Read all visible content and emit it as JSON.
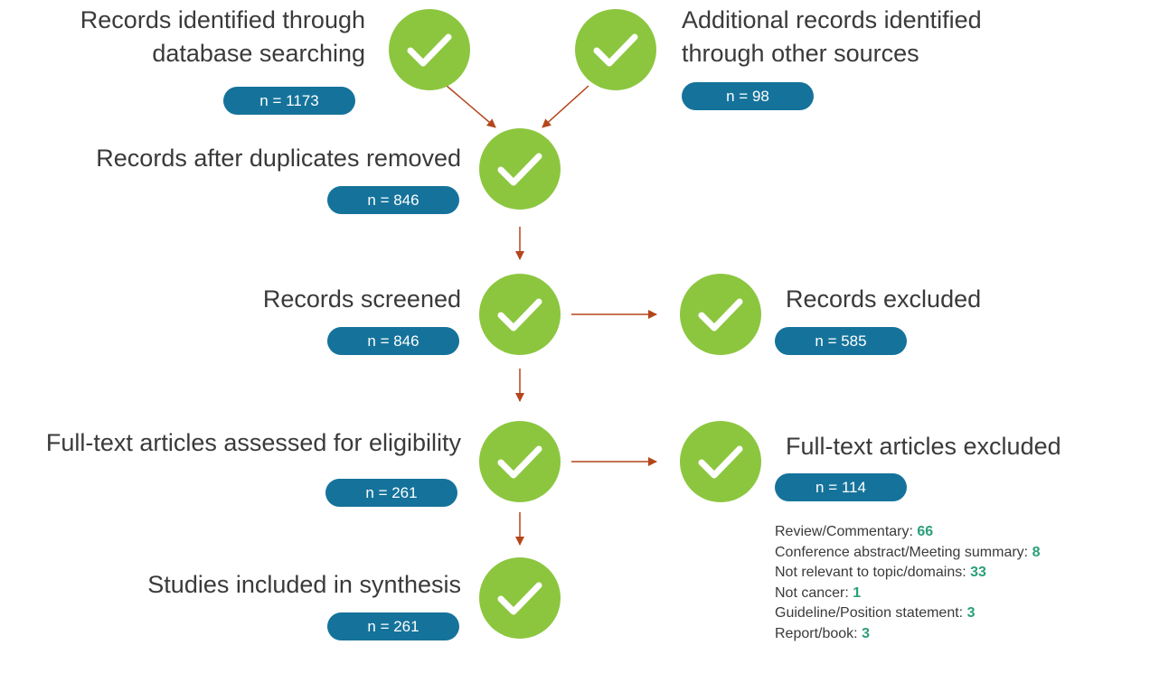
{
  "nodes": {
    "database": {
      "label_lines": [
        "Records identified through",
        "database searching"
      ],
      "count": "n = 1173"
    },
    "other_sources": {
      "label_lines": [
        "Additional records identified",
        "through other sources"
      ],
      "count": "n = 98"
    },
    "duplicates_removed": {
      "label": "Records after duplicates removed",
      "count": "n = 846"
    },
    "screened": {
      "label": "Records screened",
      "count": "n = 846"
    },
    "excluded": {
      "label": "Records excluded",
      "count": "n = 585"
    },
    "full_text_assessed": {
      "label": "Full-text articles assessed for eligibility",
      "count": "n = 261"
    },
    "full_text_excluded": {
      "label": "Full-text articles excluded",
      "count": "n = 114"
    },
    "included": {
      "label": "Studies included in synthesis",
      "count": "n = 261"
    }
  },
  "exclusion_reasons": [
    {
      "reason": "Review/Commentary: ",
      "count": "66"
    },
    {
      "reason": "Conference abstract/Meeting summary: ",
      "count": "8"
    },
    {
      "reason": "Not relevant to topic/domains: ",
      "count": "33"
    },
    {
      "reason": "Not cancer: ",
      "count": "1"
    },
    {
      "reason": "Guideline/Position statement: ",
      "count": "3"
    },
    {
      "reason": "Report/book: ",
      "count": "3"
    }
  ],
  "colors": {
    "check_circle": "#8cc63f",
    "count_pill": "#15739b",
    "arrow": "#b5451b",
    "reason_count": "#2a9e7a",
    "text": "#3a3a3a"
  },
  "icons": {
    "step_marker": "checkmark-icon"
  }
}
